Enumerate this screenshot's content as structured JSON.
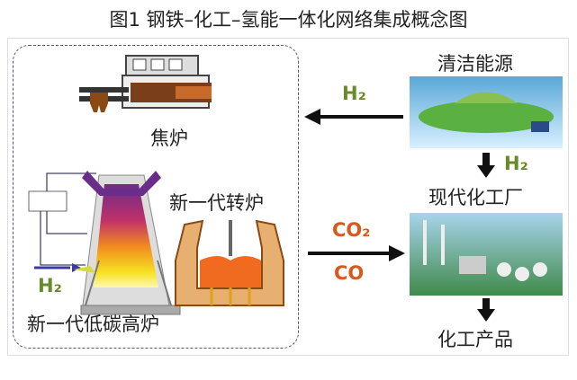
{
  "title": "图1 钢铁–化工–氢能一体化网络集成概念图",
  "left_group": {
    "coke_oven": "焦炉",
    "converter": "新一代转炉",
    "blast_furnace": "新一代低碳高炉",
    "h2_input": "H₂"
  },
  "right_group": {
    "clean_energy": "清洁能源",
    "h2_down": "H₂",
    "chemical_plant": "现代化工厂",
    "chemical_products": "化工产品"
  },
  "flows": {
    "h2_to_steel": "H₂",
    "co2": "CO₂",
    "co": "CO"
  },
  "colors": {
    "h2": "#6a8a2a",
    "carbon": "#d9581c",
    "furnace_top": "#6b2d8a"
  }
}
